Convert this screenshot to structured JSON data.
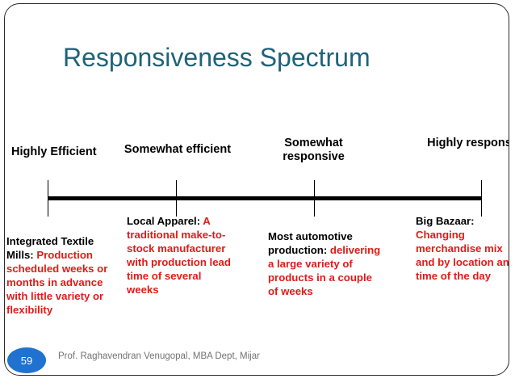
{
  "slide": {
    "title": "Responsiveness Spectrum",
    "title_color": "#1f6378",
    "accent_red": "#e01b18",
    "badge_color": "#1f72cf"
  },
  "spectrum": {
    "labels": [
      {
        "text": "Highly Efficient"
      },
      {
        "text": "Somewhat efficient"
      },
      {
        "text": "Somewhat responsive"
      },
      {
        "text": "Highly responsive"
      }
    ]
  },
  "descriptions": [
    {
      "lead": "Integrated Textile Mills:",
      "body": " Production scheduled weeks or months in advance with little variety or flexibility"
    },
    {
      "lead": "Local Apparel:",
      "body": " A traditional make-to-stock manufacturer with production lead time of several weeks"
    },
    {
      "lead": "Most automotive production:",
      "body": " delivering a large variety of products in a couple of weeks"
    },
    {
      "lead": "Big Bazaar:",
      "body": " Changing merchandise mix and by location and time of the day"
    }
  ],
  "footer": {
    "page_number": "59",
    "credit": "Prof. Raghavendran Venugopal, MBA Dept, Mijar"
  }
}
